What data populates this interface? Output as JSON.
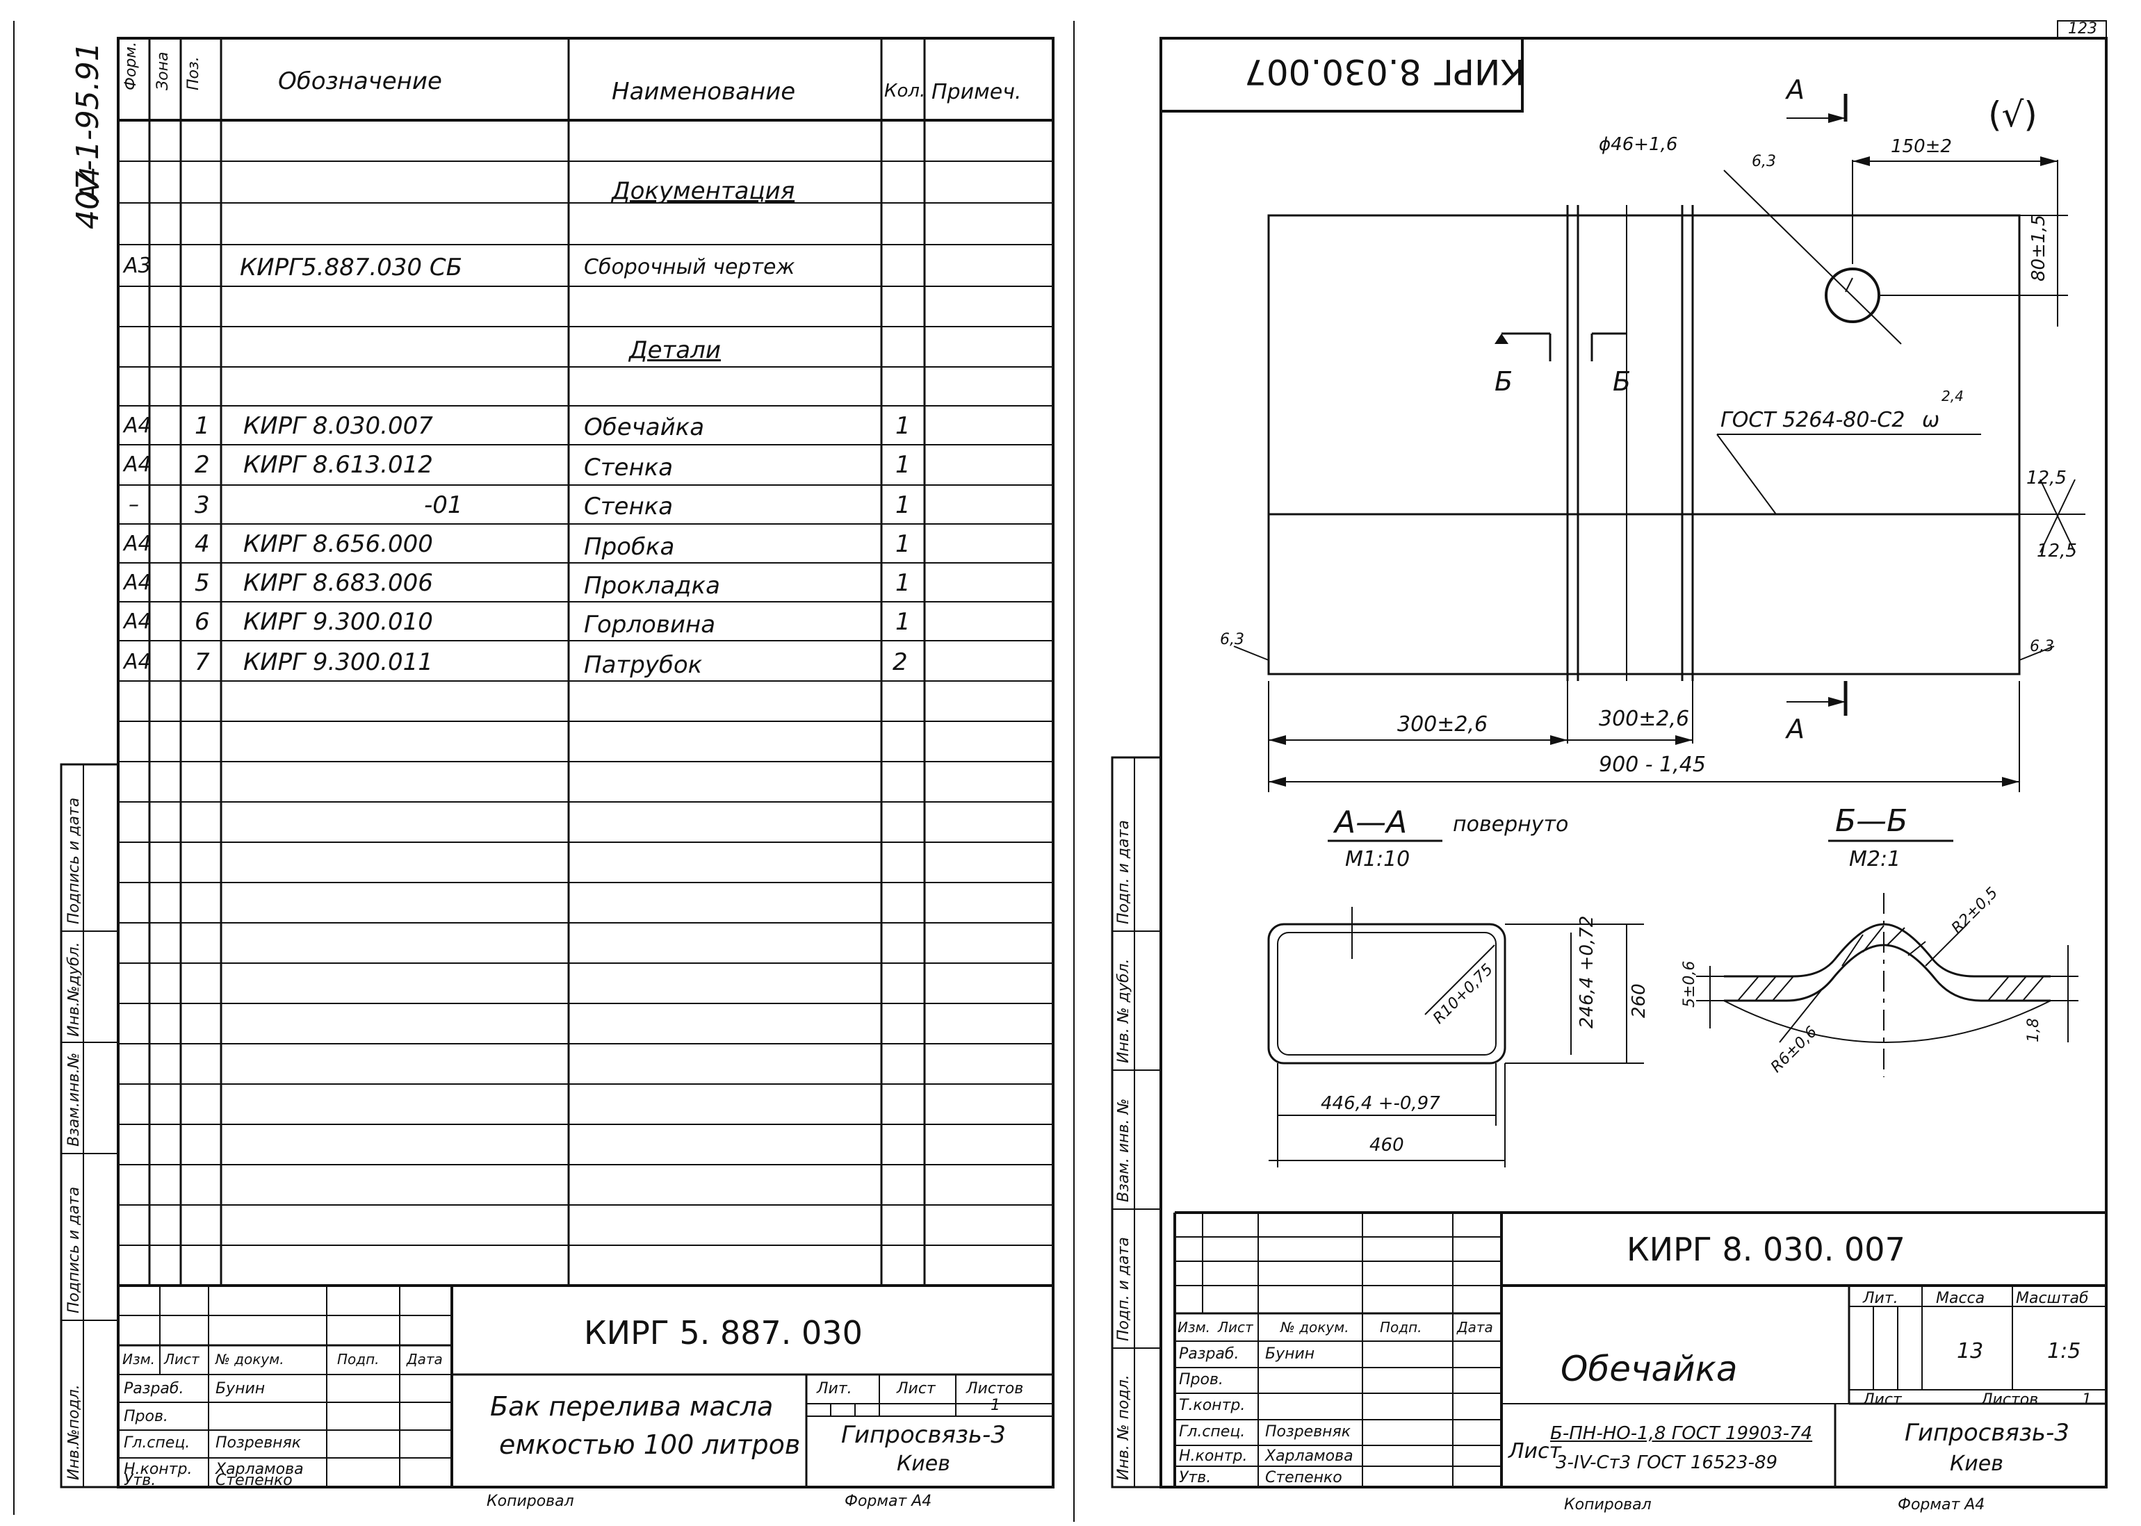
{
  "left_sheet": {
    "side_code": "407-1-95.91",
    "side_format": "А4",
    "header": {
      "pos": "Поз.",
      "zone": "Зона",
      "format": "Форм.",
      "designation": "Обозначение",
      "name": "Наименование",
      "qty": "Кол.",
      "note": "Примеч."
    },
    "sections": {
      "documentation": "Документация",
      "details": "Детали"
    },
    "rows": [
      {
        "format": "А3",
        "pos": "",
        "designation": "КИРГ5.887.030 СБ",
        "name": "Сборочный чертеж",
        "qty": ""
      },
      {
        "format": "А4",
        "pos": "1",
        "designation": "КИРГ 8.030.007",
        "name": "Обечайка",
        "qty": "1"
      },
      {
        "format": "А4",
        "pos": "2",
        "designation": "КИРГ 8.613.012",
        "name": "Стенка",
        "qty": "1"
      },
      {
        "format": "–",
        "pos": "3",
        "designation": "-01",
        "name": "Стенка",
        "qty": "1"
      },
      {
        "format": "А4",
        "pos": "4",
        "designation": "КИРГ 8.656.000",
        "name": "Пробка",
        "qty": "1"
      },
      {
        "format": "А4",
        "pos": "5",
        "designation": "КИРГ 8.683.006",
        "name": "Прокладка",
        "qty": "1"
      },
      {
        "format": "А4",
        "pos": "6",
        "designation": "КИРГ 9.300.010",
        "name": "Горловина",
        "qty": "1"
      },
      {
        "format": "А4",
        "pos": "7",
        "designation": "КИРГ 9.300.011",
        "name": "Патрубок",
        "qty": "2"
      }
    ],
    "side_stamp": [
      "Инв.№подл.",
      "Подпись и дата",
      "Взам.инв.№",
      "Инв.№дубл.",
      "Подпись и дата"
    ],
    "title_block": {
      "code": "КИРГ 5. 887. 030",
      "title_line1": "Бак перелива масла",
      "title_line2": "емкостью 100 литров",
      "headers": [
        "Изм.",
        "Лист",
        "№ докум.",
        "Подп.",
        "Дата"
      ],
      "roles": [
        {
          "role": "Разраб.",
          "name": "Бунин"
        },
        {
          "role": "Пров.",
          "name": ""
        },
        {
          "role": "Гл.спец.",
          "name": "Позревняк"
        },
        {
          "role": "Н.контр.",
          "name": "Харламова"
        },
        {
          "role": "Утв.",
          "name": "Степенко"
        }
      ],
      "lit": "Лит.",
      "sheet": "Лист",
      "sheets": "Листов",
      "sheets_value": "1",
      "org_line1": "Гипросвязь-3",
      "org_line2": "Киев",
      "copied": "Копировал",
      "format": "Формат  А4"
    }
  },
  "right_sheet": {
    "page_number": "123",
    "stamp_code": "КИРГ 8.030.007",
    "roughness_symbol": "(√)",
    "dims": {
      "hole": "ϕ46+1,6",
      "rough63": "6,3",
      "d150": "150±2",
      "d80": "80±1,5",
      "weld": "ГОСТ 5264-80-С2",
      "weld_sign": "ω",
      "weld_mark": "2,4",
      "d125a": "12,5",
      "d125b": "12,5",
      "left63": "6,3",
      "right63": "6,3",
      "d300a": "300±2,6",
      "d300b": "300±2,6",
      "d900": "900 - 1,45",
      "sectionA": "А",
      "sectionB": "Б"
    },
    "section_aa": {
      "title": "А—А",
      "rotated": "повернуто",
      "scale": "М1:10",
      "r": "R10+0,75",
      "d246": "246,4 +0,72",
      "d260": "260",
      "d446": "446,4 +-0,97",
      "d460": "460"
    },
    "section_bb": {
      "title": "Б—Б",
      "scale": "М2:1",
      "d5": "5±0,6",
      "r2": "R2±0,5",
      "r6": "R6±0,6",
      "d18": "1,8"
    },
    "side_stamp": [
      "Инв. № подл.",
      "Подп. и дата",
      "Взам. инв. №",
      "Инв. № дубл.",
      "Подп. и дата"
    ],
    "title_block": {
      "code": "КИРГ 8. 030. 007",
      "name": "Обечайка",
      "headers": [
        "Изм.",
        "Лист",
        "№ докум.",
        "Подп.",
        "Дата"
      ],
      "roles": [
        {
          "role": "Разраб.",
          "name": "Бунин"
        },
        {
          "role": "Пров.",
          "name": ""
        },
        {
          "role": "Т.контр.",
          "name": ""
        },
        {
          "role": "Гл.спец.",
          "name": "Позревняк"
        },
        {
          "role": "Н.контр.",
          "name": "Харламова"
        },
        {
          "role": "Утв.",
          "name": "Степенко"
        }
      ],
      "lit": "Лит.",
      "mass": "Масса",
      "scale_label": "Масштаб",
      "mass_value": "13",
      "scale_value": "1:5",
      "sheet": "Лист",
      "sheets": "Листов",
      "sheets_value": "1",
      "material_prefix": "Лист",
      "material_line1": "Б-ПН-НО-1,8 ГОСТ 19903-74",
      "material_line2": "3-IV-Ст3 ГОСТ 16523-89",
      "org_line1": "Гипросвязь-3",
      "org_line2": "Киев",
      "copied": "Копировал",
      "format": "Формат  А4"
    }
  }
}
